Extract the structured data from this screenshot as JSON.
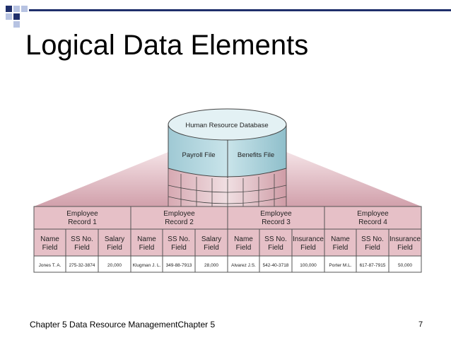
{
  "slide": {
    "title": "Logical Data Elements",
    "footer": "Chapter 5 Data Resource ManagementChapter 5",
    "page_number": "7"
  },
  "database": {
    "label": "Human Resource Database",
    "files": [
      "Payroll File",
      "Benefits File"
    ]
  },
  "records": [
    {
      "label_line1": "Employee",
      "label_line2": "Record 1",
      "fields": [
        [
          "Name",
          "Field"
        ],
        [
          "SS No.",
          "Field"
        ],
        [
          "Salary",
          "Field"
        ]
      ],
      "values": [
        "Jones T. A.",
        "275-32-3874",
        "20,000"
      ]
    },
    {
      "label_line1": "Employee",
      "label_line2": "Record 2",
      "fields": [
        [
          "Name",
          "Field"
        ],
        [
          "SS No.",
          "Field"
        ],
        [
          "Salary",
          "Field"
        ]
      ],
      "values": [
        "Klugman J. L.",
        "349-88-7913",
        "28,000"
      ]
    },
    {
      "label_line1": "Employee",
      "label_line2": "Record 3",
      "fields": [
        [
          "Name",
          "Field"
        ],
        [
          "SS No.",
          "Field"
        ],
        [
          "Insurance",
          "Field"
        ]
      ],
      "values": [
        "Alvarez J.S.",
        "542-40-3718",
        "100,000"
      ]
    },
    {
      "label_line1": "Employee",
      "label_line2": "Record 4",
      "fields": [
        [
          "Name",
          "Field"
        ],
        [
          "SS No.",
          "Field"
        ],
        [
          "Insurance",
          "Field"
        ]
      ],
      "values": [
        "Porter M.L.",
        "617-87-7915",
        "50,000"
      ]
    }
  ],
  "colors": {
    "accent_navy": "#1f2f6b",
    "accent_light": "#b7c3e2",
    "cylinder_blue": "#7fbcc8",
    "table_pink": "#e6c0c7",
    "funnel_pink": "#c98f9c"
  }
}
